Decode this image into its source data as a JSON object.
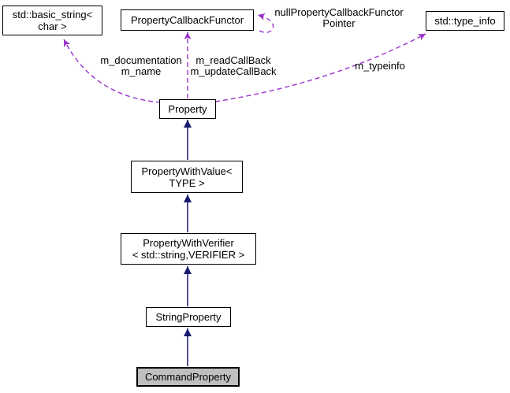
{
  "diagram": {
    "colors": {
      "inheritance_arrow": "#191970",
      "usage_arrow": "#9932CC",
      "node_border": "#000000",
      "node_fill": "#ffffff",
      "focus_node_fill": "#bfbfbf",
      "background": "#ffffff",
      "label_text": "#000000"
    },
    "nodes": {
      "basic_string": {
        "line1": "std::basic_string<",
        "line2": "char >"
      },
      "property_callback_functor": {
        "label": "PropertyCallbackFunctor"
      },
      "type_info": {
        "label": "std::type_info"
      },
      "property": {
        "label": "Property"
      },
      "property_with_value": {
        "line1": "PropertyWithValue<",
        "line2": "TYPE >"
      },
      "property_with_verifier": {
        "line1": "PropertyWithVerifier",
        "line2": "< std::string,VERIFIER >"
      },
      "string_property": {
        "label": "StringProperty"
      },
      "command_property": {
        "label": "CommandProperty"
      }
    },
    "edge_labels": {
      "name_documentation": {
        "line1": "m_documentation",
        "line2": "m_name"
      },
      "callbacks": {
        "line1": "m_readCallBack",
        "line2": "m_updateCallBack"
      },
      "null_functor_pointer": {
        "line1": "nullPropertyCallbackFunctor",
        "line2": "Pointer"
      },
      "typeinfo": {
        "line1": "m_typeinfo"
      }
    }
  }
}
